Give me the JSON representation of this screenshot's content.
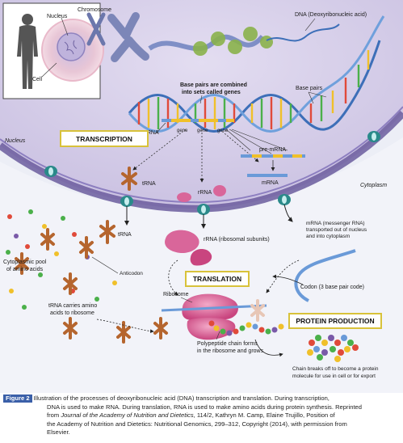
{
  "labels": {
    "chromosome": "Chromosome",
    "nucleus_cell": "Nucleus",
    "cell": "Cell",
    "dna": "DNA (Deoxyribonucleic acid)",
    "base_pairs_genes_1": "Base pairs are combined",
    "base_pairs_genes_2": "into sets called genes",
    "base_pairs": "Base pairs",
    "mrna": "mRNA",
    "gene1": "gene",
    "gene2": "gene",
    "gene3": "gene",
    "pre_mrna": "pre-mRNA",
    "mrna2": "mRNA",
    "nucleus": "Nucleus",
    "cytoplasm": "Cytoplasm",
    "trna": "tRNA",
    "rrna": "rRNA",
    "trna2": "tRNA",
    "rrna_subunits": "rRNA (ribosomal subunits)",
    "mrna_messenger_1": "mRNA (messenger RNA)",
    "mrna_messenger_2": "transported out of nucleus",
    "mrna_messenger_3": "and into cytoplasm",
    "cytoplasmic_pool_1": "Cytoplasmic pool",
    "cytoplasmic_pool_2": "of amino acids",
    "anticodon": "Anticodon",
    "codon": "Codon (3 base pair code)",
    "ribosome": "Ribosome",
    "trna_carries_1": "tRNA carries amino",
    "trna_carries_2": "acids to ribosome",
    "polypeptide_1": "Polypeptide chain forms",
    "polypeptide_2": "in the ribosome and grows",
    "chain_breaks_1": "Chain breaks off to become a protein",
    "chain_breaks_2": "molecule for use in cell or for export"
  },
  "boxes": {
    "transcription": "TRANSCRIPTION",
    "translation": "TRANSLATION",
    "protein_production": "PROTEIN PRODUCTION"
  },
  "caption": {
    "tag": "Figure 2",
    "line1": "Illustration of the processes of deoxyribonucleic acid (DNA) transcription and translation. During transcription,",
    "line2": "DNA is used to make RNA. During translation, RNA is used to make amino acids during protein synthesis. Reprinted",
    "line3a": "from ",
    "line3_journal": "Journal of the Academy of Nutrition and Dietetics",
    "line3b": ", 114/2, Kathryn M. Camp, Elaine Trujillo, Position of",
    "line4": "the Academy of Nutrition and Dietetics: Nutritional Genomics, 299–312, Copyright (2014), with permission from",
    "line5": "Elsevier."
  },
  "colors": {
    "cytoplasm": "#eceef6",
    "nucleus": "#d9d3ea",
    "nuclear_membrane": "#6b5c9e",
    "dna_strand": "#3d6fb8",
    "pore": "#2a8a8a",
    "amino_acid": "#b5652e",
    "ribosome": "#d9669a",
    "label_box_border": "#d8c23a",
    "chromosome": "#7c86b8"
  }
}
